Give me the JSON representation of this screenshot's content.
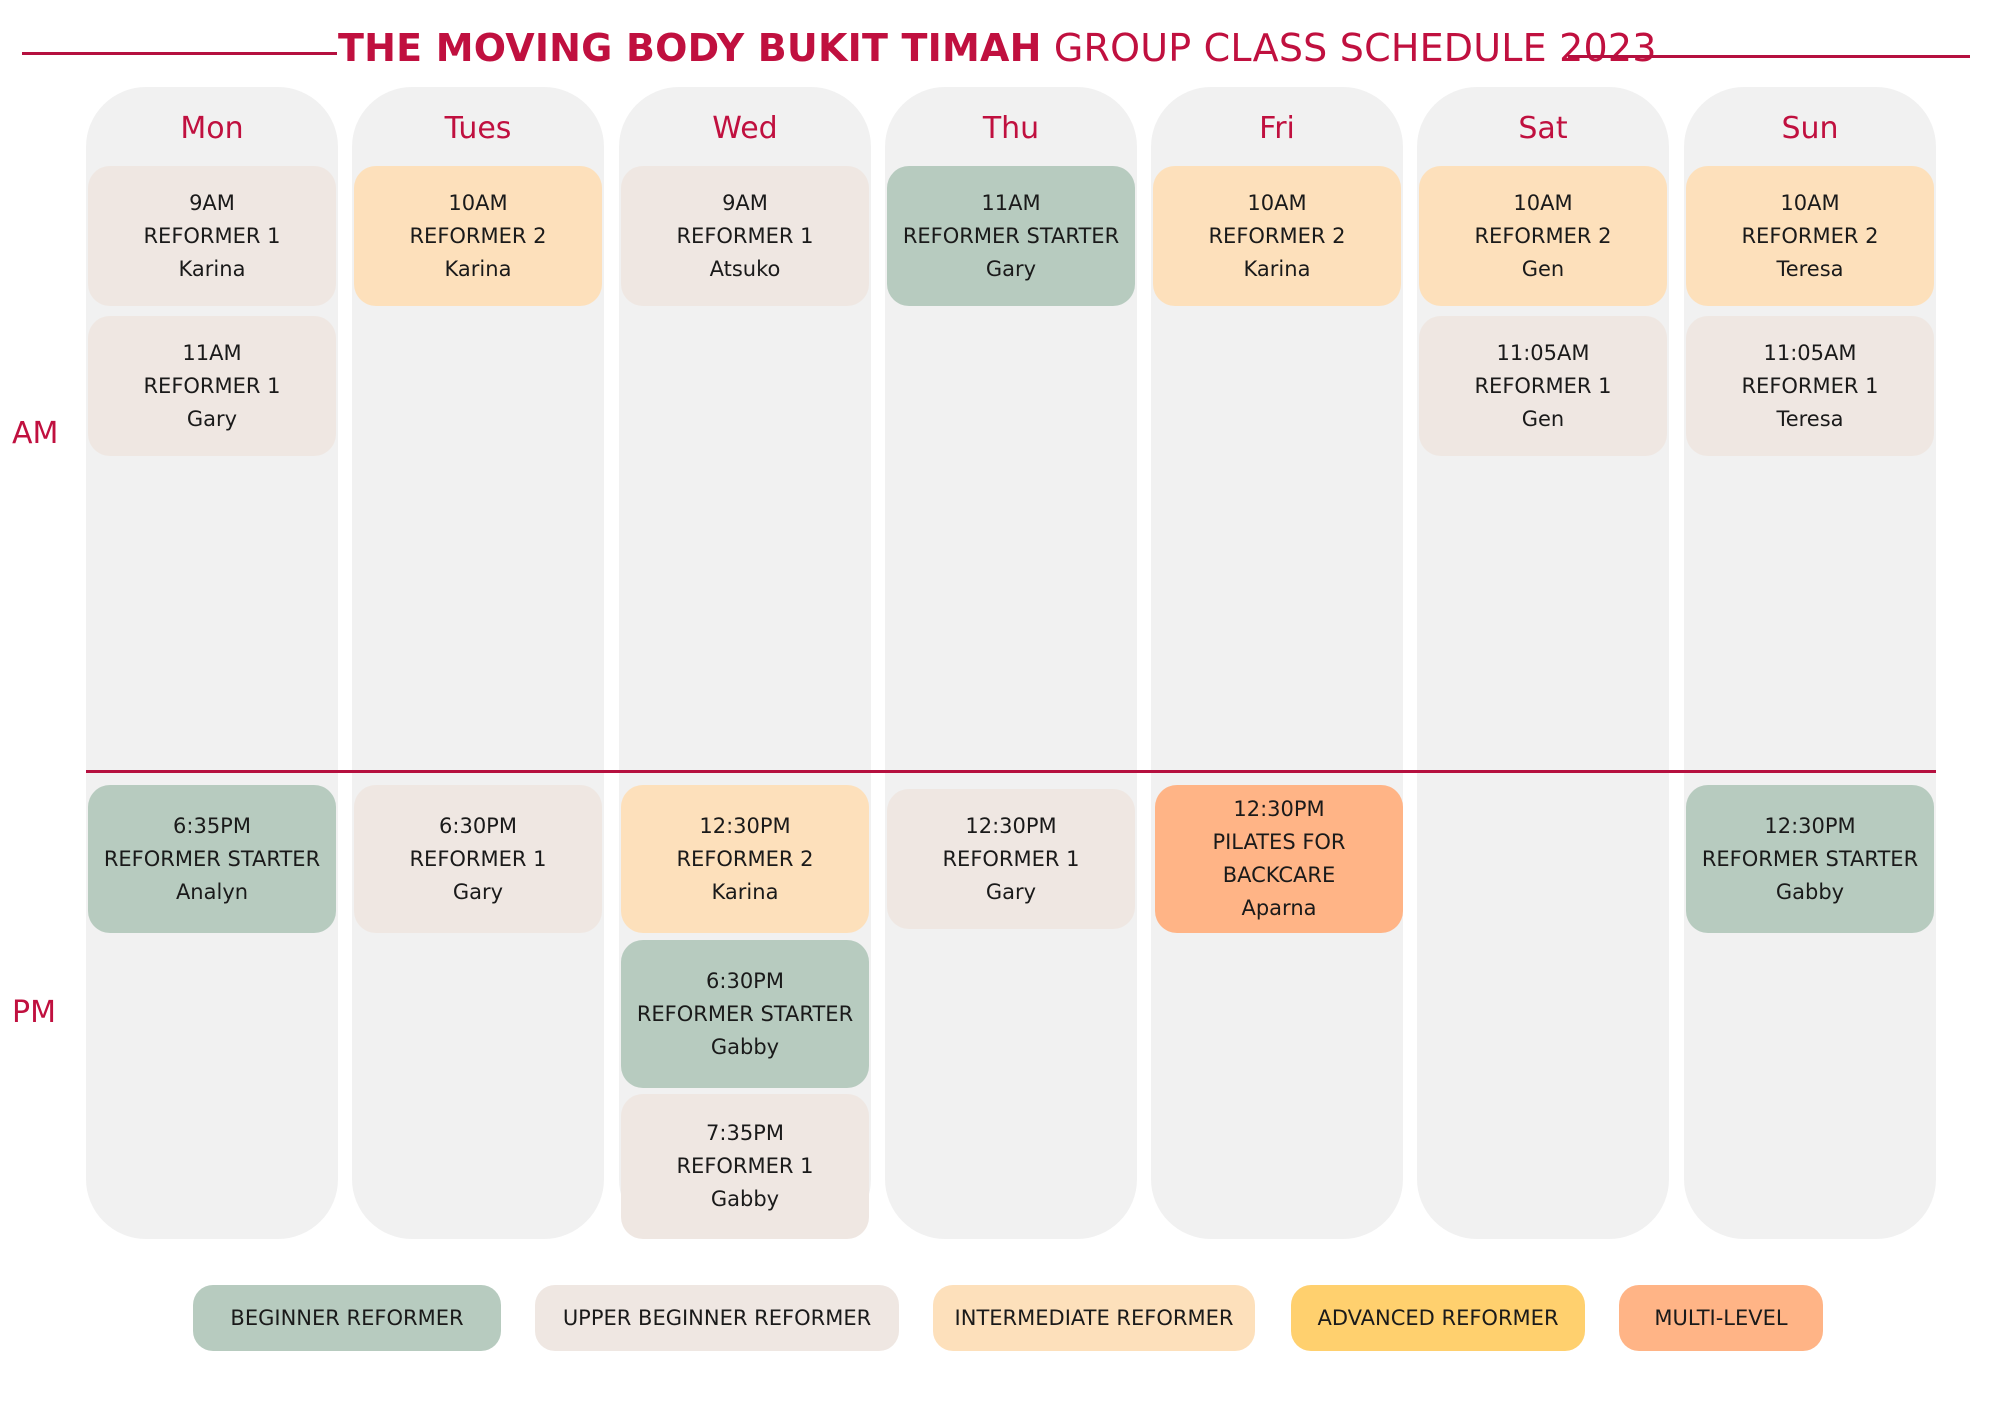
{
  "title": {
    "bold": "THE MOVING BODY BUKIT TIMAH",
    "rest": " GROUP CLASS SCHEDULE 2023"
  },
  "periods": {
    "am": "AM",
    "pm": "PM"
  },
  "colors": {
    "accent": "#c0103f",
    "beginner": "#b7cbbf",
    "upper_beginner": "#efe7e2",
    "intermediate": "#fde0bb",
    "advanced": "#ffd06e",
    "multi_level": "#ffb486",
    "column_bg": "#f1f1f1"
  },
  "days": [
    {
      "name": "Mon",
      "classes": [
        {
          "time": "9AM",
          "name": "REFORMER 1",
          "instructor": "Karina",
          "level": "upper"
        },
        {
          "time": "11AM",
          "name": "REFORMER 1",
          "instructor": "Gary",
          "level": "upper"
        },
        {
          "time": "6:35PM",
          "name": "REFORMER STARTER",
          "instructor": "Analyn",
          "level": "beginner"
        }
      ]
    },
    {
      "name": "Tues",
      "classes": [
        {
          "time": "10AM",
          "name": "REFORMER 2",
          "instructor": "Karina",
          "level": "inter"
        },
        {
          "time": "6:30PM",
          "name": "REFORMER 1",
          "instructor": "Gary",
          "level": "upper"
        }
      ]
    },
    {
      "name": "Wed",
      "classes": [
        {
          "time": "9AM",
          "name": "REFORMER 1",
          "instructor": "Atsuko",
          "level": "upper"
        },
        {
          "time": "12:30PM",
          "name": "REFORMER 2",
          "instructor": "Karina",
          "level": "inter"
        },
        {
          "time": "6:30PM",
          "name": "REFORMER STARTER",
          "instructor": "Gabby",
          "level": "beginner"
        },
        {
          "time": "7:35PM",
          "name": "REFORMER 1",
          "instructor": "Gabby",
          "level": "upper"
        }
      ]
    },
    {
      "name": "Thu",
      "classes": [
        {
          "time": "11AM",
          "name": "REFORMER STARTER",
          "instructor": "Gary",
          "level": "beginner"
        },
        {
          "time": "12:30PM",
          "name": "REFORMER 1",
          "instructor": "Gary",
          "level": "upper"
        }
      ]
    },
    {
      "name": "Fri",
      "classes": [
        {
          "time": "10AM",
          "name": "REFORMER 2",
          "instructor": "Karina",
          "level": "inter"
        },
        {
          "time": "12:30PM",
          "name_line1": "PILATES FOR",
          "name_line2": "BACKCARE",
          "instructor": "Aparna",
          "level": "multi"
        }
      ]
    },
    {
      "name": "Sat",
      "classes": [
        {
          "time": "10AM",
          "name": "REFORMER 2",
          "instructor": "Gen",
          "level": "inter"
        },
        {
          "time": "11:05AM",
          "name": "REFORMER 1",
          "instructor": "Gen",
          "level": "upper"
        }
      ]
    },
    {
      "name": "Sun",
      "classes": [
        {
          "time": "10AM",
          "name": "REFORMER 2",
          "instructor": "Teresa",
          "level": "inter"
        },
        {
          "time": "11:05AM",
          "name": "REFORMER 1",
          "instructor": "Teresa",
          "level": "upper"
        },
        {
          "time": "12:30PM",
          "name": "REFORMER STARTER",
          "instructor": "Gabby",
          "level": "beginner"
        }
      ]
    }
  ],
  "legend": [
    {
      "label": "BEGINNER REFORMER",
      "level": "beginner"
    },
    {
      "label": "UPPER BEGINNER REFORMER",
      "level": "upper"
    },
    {
      "label": "INTERMEDIATE REFORMER",
      "level": "inter"
    },
    {
      "label": "ADVANCED REFORMER",
      "level": "adv"
    },
    {
      "label": "MULTI-LEVEL",
      "level": "multi"
    }
  ]
}
